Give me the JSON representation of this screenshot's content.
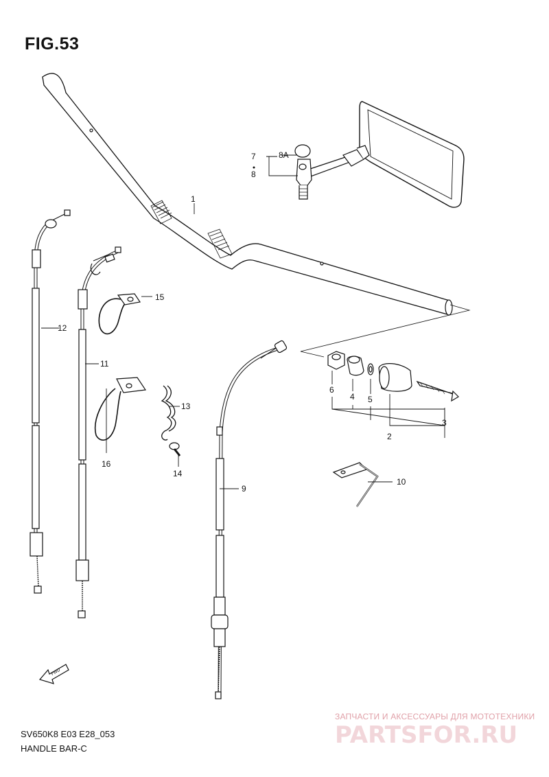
{
  "figure": {
    "title": "FIG.53",
    "model_code": "SV650K8 E03 E28_053",
    "subtitle": "HANDLE BAR-C"
  },
  "watermark": {
    "caption": "ЗАПЧАСТИ И АКСЕССУАРЫ ДЛЯ МОТОТЕХНИКИ",
    "logo": "PARTSFOR.RU",
    "color": "#e8b4bc"
  },
  "fwd_badge": "FWD",
  "callouts": {
    "c1": "1",
    "c2": "2",
    "c3": "3",
    "c4": "4",
    "c5": "5",
    "c6": "6",
    "c7": "7",
    "c8": "8",
    "c8a": "8A",
    "c9": "9",
    "c10": "10",
    "c11": "11",
    "c12": "12",
    "c13": "13",
    "c14": "14",
    "c15": "15",
    "c16": "16"
  },
  "colors": {
    "ink": "#111111"
  }
}
